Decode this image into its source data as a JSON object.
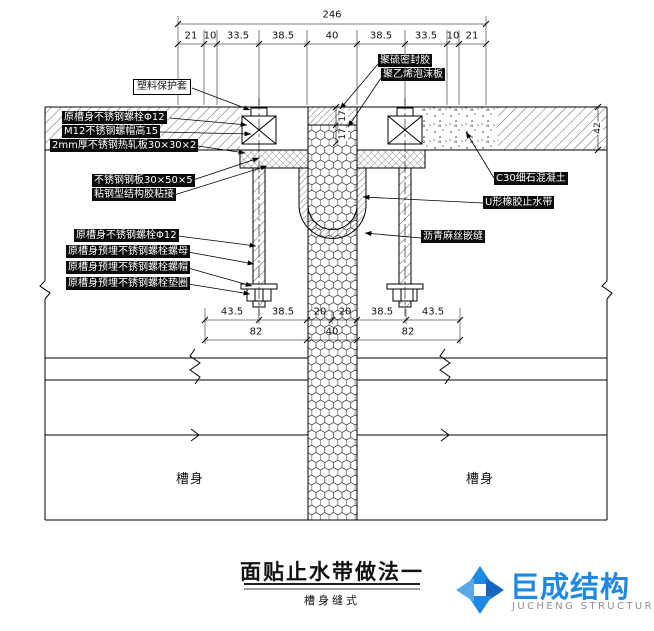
{
  "drawing_title": {
    "main": "面贴止水带做法一",
    "sub": "槽身缝式"
  },
  "brand": {
    "cn": "巨成结构",
    "en": "JUCHENG STRUCTURE",
    "accent": "#1e88e5",
    "accent_dark": "#1565c0",
    "accent_light": "#5aa9e6"
  },
  "dims": {
    "top_total": "246",
    "top_segments": [
      "21",
      "10",
      "33.5",
      "38.5",
      "40",
      "38.5",
      "33.5",
      "10",
      "21"
    ],
    "thickness_right": "42",
    "seal_depth_a": "17",
    "seal_depth_b": "17",
    "bottom_row1": [
      "43.5",
      "38.5",
      "20",
      "20",
      "38.5",
      "43.5"
    ],
    "bottom_row2": [
      "82",
      "40",
      "82"
    ]
  },
  "labels": {
    "plastic_sleeve": "塑料保护套",
    "sealant": "聚硫密封胶",
    "foam_board": "聚乙烯泡沫板",
    "bolt_top": "原槽身不锈钢螺栓Φ12",
    "nut_top": "M12不锈钢螺帽高15",
    "angle_plate": "2mm厚不锈钢热轧板30×30×2",
    "steel_plate": "不锈钢钢板30×50×5",
    "adhesive": "粘钢型结构胶粘接",
    "bolt_mid": "原槽身不锈钢螺栓Φ12",
    "embed_nut": "原槽身预埋不锈钢螺栓螺母",
    "embed_cap": "原槽身预埋不锈钢螺栓螺帽",
    "embed_washer": "原槽身预埋不锈钢螺栓垫圈",
    "c30": "C30细石混凝土",
    "waterstop": "U形橡胶止水带",
    "asphalt": "沥青麻丝嵌缝",
    "channel_left": "槽身",
    "channel_right": "槽身"
  }
}
